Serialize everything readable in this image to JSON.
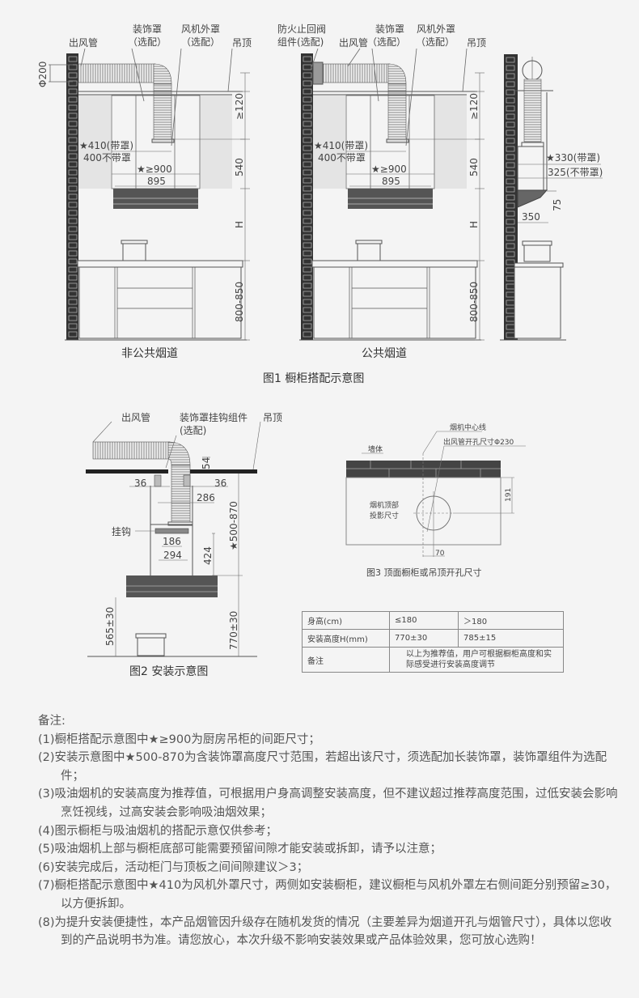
{
  "fig1": {
    "caption": "图1 橱柜搭配示意图",
    "panel_a": {
      "caption": "非公共烟道",
      "labels": {
        "duct": "出风管",
        "cover": "装饰罩",
        "cover_opt": "（选配）",
        "fan_cover": "风机外罩",
        "fan_cover_opt": "（选配）",
        "ceiling": "吊顶"
      },
      "dims": {
        "pipe_dia": "Φ200",
        "gap_top": "≥120",
        "width_with": "★410(带罩)",
        "width_without": "400不带罩",
        "cabinet_gap": "★≥900",
        "hood_width": "895",
        "h540": "540",
        "H": "H",
        "counter": "800-850"
      }
    },
    "panel_b": {
      "caption": "公共烟道",
      "labels": {
        "valve": "防火止回阀",
        "valve_opt": "组件(选配)",
        "duct": "出风管",
        "cover": "装饰罩",
        "cover_opt": "（选配）",
        "fan_cover": "风机外罩",
        "fan_cover_opt": "（选配）",
        "ceiling": "吊顶"
      },
      "dims": {
        "gap_top": "≥120",
        "width_with": "★410(带罩)",
        "width_without": "400不带罩",
        "cabinet_gap": "★≥900",
        "hood_width": "895",
        "h540": "540",
        "H": "H",
        "counter": "800-850"
      }
    },
    "side": {
      "depth_with": "★330(带罩)",
      "depth_without": "325(不带罩)",
      "h75": "75",
      "d350": "350"
    }
  },
  "fig2": {
    "caption": "图2 安装示意图",
    "labels": {
      "duct": "出风管",
      "hook_kit": "装饰罩挂钩组件",
      "hook_kit_opt": "(选配)",
      "ceiling": "吊顶",
      "hook": "挂钩"
    },
    "dims": {
      "d54": "54",
      "d36a": "36",
      "d36b": "36",
      "d286": "286",
      "d186": "186",
      "d294": "294",
      "d424": "424",
      "range": "★500-870",
      "h770": "770±30",
      "h565": "565±30"
    }
  },
  "fig3": {
    "caption": "图3 顶面橱柜或吊顶开孔尺寸",
    "labels": {
      "centerline": "烟机中心线",
      "hole": "出风管开孔尺寸Φ230",
      "wall": "墙体",
      "proj1": "烟机顶部",
      "proj2": "投影尺寸"
    },
    "dims": {
      "d191": "191",
      "d70": "70"
    }
  },
  "table": {
    "rows": [
      [
        "身高(cm)",
        "≤180",
        "＞180"
      ],
      [
        "安装高度H(mm)",
        "770±30",
        "785±15"
      ],
      [
        "备注",
        "以上为推荐值，用户可根据橱柜高度和实际感受进行安装高度调节"
      ]
    ]
  },
  "notes": {
    "title": "备注:",
    "items": [
      "(1)橱柜搭配示意图中★≥900为厨房吊柜的间距尺寸；",
      "(2)安装示意图中★500-870为含装饰罩高度尺寸范围，若超出该尺寸，须选配加长装饰罩，装饰罩组件为选配件；",
      "(3)吸油烟机的安装高度为推荐值，可根据用户身高调整安装高度，但不建议超过推荐高度范围，过低安装会影响烹饪视线，过高安装会影响吸油烟效果；",
      "(4)图示橱柜与吸油烟机的搭配示意仅供参考；",
      "(5)吸油烟机上部与橱柜底部可能需要预留间隙才能安装或拆卸，请予以注意；",
      "(6)安装完成后，活动柜门与顶板之间间隙建议＞3；",
      "(7)橱柜搭配示意图中★410为风机外罩尺寸，两侧如安装橱柜，建议橱柜与风机外罩左右侧间距分别预留≥30，以方便拆卸。",
      "(8)为提升安装便捷性，本产品烟管因升级存在随机发货的情况（主要差异为烟道开孔与烟管尺寸），具体以您收到的产品说明书为准。请您放心，本次升级不影响安装效果或产品体验效果，您可放心选购！"
    ]
  }
}
